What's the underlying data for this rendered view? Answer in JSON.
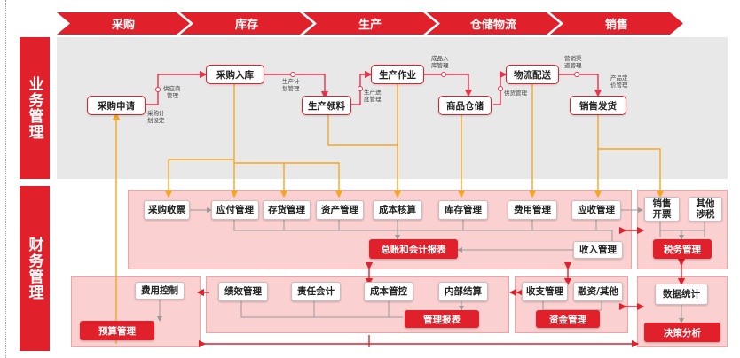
{
  "stages": [
    "采购",
    "库存",
    "生产",
    "仓储物流",
    "销售"
  ],
  "side_labels": {
    "business": "业务管理",
    "finance": "财务管理"
  },
  "business_nodes": {
    "purchase_request": "采购申请",
    "purchase_inbound": "采购入库",
    "production_material": "生产领料",
    "production_operation": "生产作业",
    "goods_warehouse": "商品仓储",
    "logistics_delivery": "物流配送",
    "sales_shipping": "销售发货"
  },
  "notes": {
    "purchase_plan_setting": [
      "采购计",
      "划设定"
    ],
    "supplier_management": [
      "供应商",
      "管理"
    ],
    "production_plan_management": [
      "生产计",
      "划管理"
    ],
    "production_progress_management": [
      "生产进",
      "度管理"
    ],
    "finished_goods_inventory_management": [
      "成品入",
      "库管理"
    ],
    "supplier_management_2": [
      "供货管理"
    ],
    "marketing_channel_management": [
      "营销渠",
      "道管理"
    ],
    "product_pricing_management": [
      "产品定",
      "价管理"
    ]
  },
  "finance_nodes": {
    "purchase_receipt": "采购收票",
    "payables": "应付管理",
    "inventory_mgmt": "存货管理",
    "asset_mgmt": "资产管理",
    "cost_accounting": "成本核算",
    "stock_mgmt": "库存管理",
    "expense_mgmt": "费用管理",
    "receivables": "应收管理",
    "sales_invoice": [
      "销售",
      "开票"
    ],
    "other_tax": [
      "其他",
      "涉税"
    ],
    "income_mgmt": "收入管理",
    "expense_control": "费用控制",
    "performance_mgmt": "绩效管理",
    "responsibility_accounting": "责任会计",
    "cost_control": "成本管控",
    "internal_settlement": "内部结算",
    "receipt_payment_mgmt": "收支管理",
    "financing_other": "融资/其他",
    "data_statistics": "数据统计"
  },
  "red_boxes": {
    "general_ledger": "总账和会计报表",
    "tax_mgmt": "税务管理",
    "budget_mgmt": "预算管理",
    "management_report": "管理报表",
    "fund_mgmt": "资金管理",
    "decision_analysis": "决策分析"
  },
  "colors": {
    "brand_red": "#e0212b",
    "flow_red": "#e8334a",
    "flow_orange": "#f5a623",
    "gray_line": "#999999"
  }
}
